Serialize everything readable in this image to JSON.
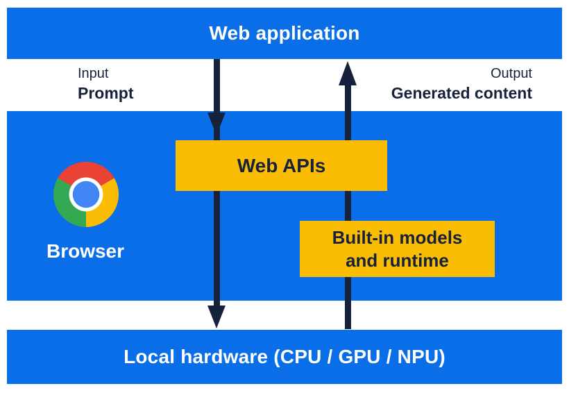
{
  "colors": {
    "blue": "#0b6ee9",
    "yellow": "#fbbc04",
    "navy": "#16223b",
    "chrome": {
      "red": "#ea4335",
      "green": "#34a853",
      "yellow": "#fbbc05",
      "blue": "#4285f4",
      "ring": "#ffffff"
    }
  },
  "top_bar": {
    "label": "Web application"
  },
  "io": {
    "input_label": "Input",
    "input_value": "Prompt",
    "output_label": "Output",
    "output_value": "Generated content"
  },
  "browser": {
    "label": "Browser",
    "logo_icon": "chrome-logo"
  },
  "boxes": {
    "web_apis_label": "Web APIs",
    "builtin_line1": "Built-in models",
    "builtin_line2": "and runtime"
  },
  "bottom_bar": {
    "label": "Local hardware (CPU / GPU / NPU)"
  },
  "arrows": [
    {
      "name": "input-flow",
      "direction": "down",
      "from": "Web application",
      "through": "Web APIs",
      "to": "Local hardware (CPU / GPU / NPU)"
    },
    {
      "name": "output-flow",
      "direction": "up",
      "from": "Local hardware (CPU / GPU / NPU)",
      "through": "Built-in models and runtime",
      "to": "Web application"
    }
  ]
}
